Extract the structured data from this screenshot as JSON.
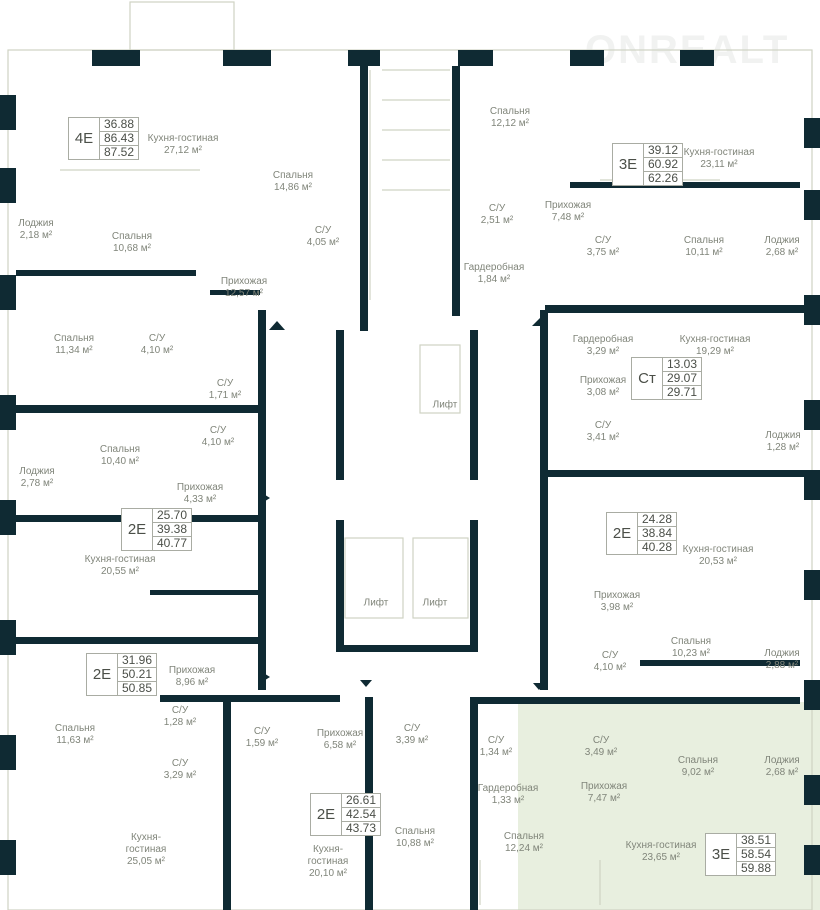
{
  "watermark": "ONREALT",
  "colors": {
    "wall": "#0f2a33",
    "line": "#cfd3c3",
    "highlight": "#e8efdf"
  },
  "badges": [
    {
      "type": "4Е",
      "areas": [
        "36.88",
        "86.43",
        "87.52"
      ]
    },
    {
      "type": "2Е",
      "areas": [
        "25.70",
        "39.38",
        "40.77"
      ]
    },
    {
      "type": "2Е",
      "areas": [
        "31.96",
        "50.21",
        "50.85"
      ]
    },
    {
      "type": "2Е",
      "areas": [
        "26.61",
        "42.54",
        "43.73"
      ]
    },
    {
      "type": "3Е",
      "areas": [
        "39.12",
        "60.92",
        "62.26"
      ]
    },
    {
      "type": "Ст",
      "areas": [
        "13.03",
        "29.07",
        "29.71"
      ]
    },
    {
      "type": "2Е",
      "areas": [
        "24.28",
        "38.84",
        "40.28"
      ]
    },
    {
      "type": "3Е",
      "areas": [
        "38.51",
        "58.54",
        "59.88"
      ]
    }
  ],
  "lift_label": "Лифт",
  "rooms": [
    {
      "name": "Кухня-гостиная",
      "area": "27,12 м²"
    },
    {
      "name": "Спальня",
      "area": "14,86 м²"
    },
    {
      "name": "Лоджия",
      "area": "2,18 м²"
    },
    {
      "name": "Спальня",
      "area": "10,68 м²"
    },
    {
      "name": "С/У",
      "area": "4,05 м²"
    },
    {
      "name": "Прихожая",
      "area": "12,57 м²"
    },
    {
      "name": "Спальня",
      "area": "11,34 м²"
    },
    {
      "name": "С/У",
      "area": "4,10 м²"
    },
    {
      "name": "С/У",
      "area": "1,71 м²"
    },
    {
      "name": "С/У",
      "area": "4,10 м²"
    },
    {
      "name": "Спальня",
      "area": "10,40 м²"
    },
    {
      "name": "Лоджия",
      "area": "2,78 м²"
    },
    {
      "name": "Прихожая",
      "area": "4,33 м²"
    },
    {
      "name": "Кухня-гостиная",
      "area": "20,55 м²"
    },
    {
      "name": "Прихожая",
      "area": "8,96 м²"
    },
    {
      "name": "С/У",
      "area": "1,28 м²"
    },
    {
      "name": "Спальня",
      "area": "11,63 м²"
    },
    {
      "name": "С/У",
      "area": "3,29 м²"
    },
    {
      "name": "Кухня-гостиная",
      "area": "25,05 м²"
    },
    {
      "name": "С/У",
      "area": "1,59 м²"
    },
    {
      "name": "Прихожая",
      "area": "6,58 м²"
    },
    {
      "name": "Кухня-гостиная",
      "area": "20,10 м²"
    },
    {
      "name": "С/У",
      "area": "3,39 м²"
    },
    {
      "name": "Спальня",
      "area": "10,88 м²"
    },
    {
      "name": "Спальня",
      "area": "12,12 м²"
    },
    {
      "name": "Кухня-гостиная",
      "area": "23,11 м²"
    },
    {
      "name": "С/У",
      "area": "2,51 м²"
    },
    {
      "name": "Прихожая",
      "area": "7,48 м²"
    },
    {
      "name": "С/У",
      "area": "3,75 м²"
    },
    {
      "name": "Спальня",
      "area": "10,11 м²"
    },
    {
      "name": "Лоджия",
      "area": "2,68 м²"
    },
    {
      "name": "Гардеробная",
      "area": "1,84 м²"
    },
    {
      "name": "Гардеробная",
      "area": "3,29 м²"
    },
    {
      "name": "Кухня-гостиная",
      "area": "19,29 м²"
    },
    {
      "name": "Прихожая",
      "area": "3,08 м²"
    },
    {
      "name": "С/У",
      "area": "3,41 м²"
    },
    {
      "name": "Лоджия",
      "area": "1,28 м²"
    },
    {
      "name": "Кухня-гостиная",
      "area": "20,53 м²"
    },
    {
      "name": "Прихожая",
      "area": "3,98 м²"
    },
    {
      "name": "Спальня",
      "area": "10,23 м²"
    },
    {
      "name": "С/У",
      "area": "4,10 м²"
    },
    {
      "name": "Лоджия",
      "area": "2,88 м²"
    },
    {
      "name": "С/У",
      "area": "1,34 м²"
    },
    {
      "name": "С/У",
      "area": "3,49 м²"
    },
    {
      "name": "Спальня",
      "area": "9,02 м²"
    },
    {
      "name": "Лоджия",
      "area": "2,68 м²"
    },
    {
      "name": "Гардеробная",
      "area": "1,33 м²"
    },
    {
      "name": "Прихожая",
      "area": "7,47 м²"
    },
    {
      "name": "Спальня",
      "area": "12,24 м²"
    },
    {
      "name": "Кухня-гостиная",
      "area": "23,65 м²"
    }
  ]
}
